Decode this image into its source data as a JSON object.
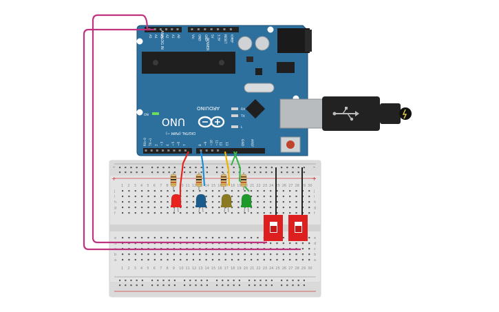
{
  "board": {
    "name": "ARDUINO",
    "model": "UNO",
    "analog_header_label": "ANALOG IN",
    "power_header_label": "POWER",
    "digital_header_label": "DIGITAL (PWM ~)",
    "on_label": "ON",
    "tx_label": "TX",
    "rx_label": "RX",
    "l_label": "L",
    "analog_pins": [
      "A0",
      "A1",
      "A2",
      "A3",
      "A4",
      "A5"
    ],
    "power_pins": [
      "IOREF",
      "RESET",
      "3.3V",
      "5V",
      "GND",
      "GND",
      "Vin"
    ],
    "digital_pins_left": [
      "~11",
      "~10",
      "~9",
      "8"
    ],
    "digital_pins_right": [
      "7",
      "~6",
      "~5",
      "4",
      "~3",
      "2",
      "TX→1",
      "RX←0"
    ],
    "aref_label": "AREF",
    "gnd_label": "GND",
    "pin13_label": "13",
    "pin12_label": "12"
  },
  "breadboard": {
    "plus_label": "+",
    "minus_label": "-",
    "row_letters_top": [
      "a",
      "b",
      "c",
      "d",
      "e"
    ],
    "row_letters_bottom": [
      "f",
      "g",
      "h",
      "i",
      "j"
    ],
    "columns": [
      1,
      2,
      3,
      4,
      5,
      6,
      7,
      8,
      9,
      10,
      11,
      12,
      13,
      14,
      15,
      16,
      17,
      18,
      19,
      20,
      21,
      22,
      23,
      24,
      25,
      26,
      27,
      28,
      29,
      30
    ]
  },
  "components": {
    "leds": [
      {
        "color": "#e8231f"
      },
      {
        "color": "#1c5c8c"
      },
      {
        "color": "#8a7a22"
      },
      {
        "color": "#1e9a2a"
      }
    ],
    "switches": [
      {
        "label": ""
      },
      {
        "label": ""
      }
    ],
    "colors": {
      "board": "#2b6d9a",
      "wire_magenta": "#c0317e",
      "wire_red": "#e4251e",
      "wire_blue": "#1a8fd6",
      "wire_yellow": "#f0b400",
      "wire_green": "#3bb34a",
      "switch_red": "#dd1f1f"
    }
  }
}
